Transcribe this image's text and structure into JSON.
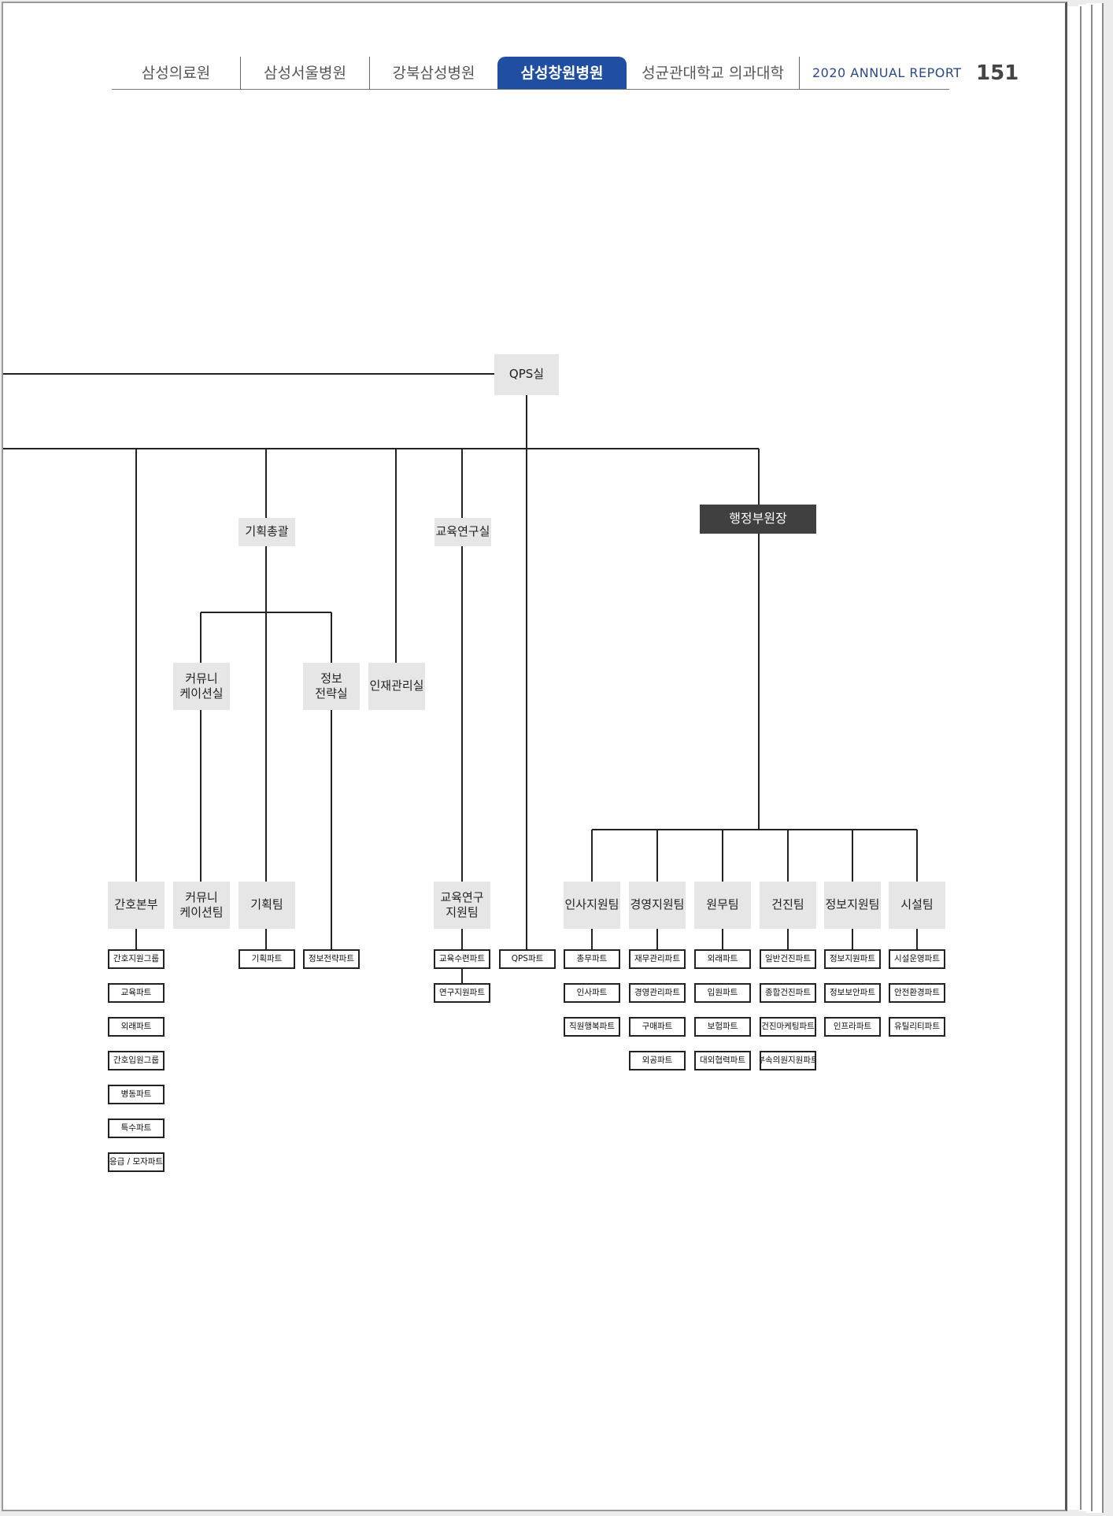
{
  "header": {
    "tabs": [
      {
        "label": "삼성의료원"
      },
      {
        "label": "삼성서울병원"
      },
      {
        "label": "강북삼성병원"
      },
      {
        "label": "삼성창원병원"
      },
      {
        "label": "성균관대학교 의과대학"
      }
    ],
    "active_tab": "삼성창원병원",
    "report_label": "2020 ANNUAL REPORT",
    "page_number": "151"
  },
  "colors": {
    "active_tab": "#1f4ea3",
    "gray_box": "#e6e6e6",
    "dark_box": "#404040",
    "line": "#222222"
  },
  "org": {
    "qps_room": "QPS실",
    "planning_director": "기획총괄",
    "education_research_room": "교육연구실",
    "admin_vp": "행정부원장",
    "communication_room": "커뮤니\n케이션실",
    "info_strategy_room": "정보\n전략실",
    "hr_management_room": "인재관리실",
    "teams": {
      "nursing": "간호본부",
      "communication": "커뮤니\n케이션팀",
      "planning": "기획팀",
      "edu_support": "교육연구\n지원팀",
      "hr_support": "인사지원팀",
      "mgmt_support": "경영지원팀",
      "admin_affairs": "원무팀",
      "checkup": "건진팀",
      "info_support": "정보지원팀",
      "facility": "시설팀"
    },
    "parts": {
      "nursing": [
        "간호지원그룹",
        "교육파트",
        "외래파트",
        "간호입원그룹",
        "병동파트",
        "특수파트",
        "응급 / 모자파트"
      ],
      "planning": [
        "기획파트"
      ],
      "info_strategy": [
        "정보전략파트"
      ],
      "edu_support": [
        "교육수련파트",
        "연구지원파트"
      ],
      "qps": [
        "QPS파트"
      ],
      "hr_support": [
        "총무파트",
        "인사파트",
        "직원행복파트"
      ],
      "mgmt_support": [
        "재무관리파트",
        "경영관리파트",
        "구매파트",
        "외공파트"
      ],
      "admin_affairs": [
        "외래파트",
        "입원파트",
        "보험파트",
        "대외협력파트"
      ],
      "checkup": [
        "일반건진파트",
        "종합건진파트",
        "건진마케팅파트",
        "부속의원지원파트"
      ],
      "info_support": [
        "정보지원파트",
        "정보보안파트",
        "인프라파트"
      ],
      "facility": [
        "시설운영파트",
        "안전환경파트",
        "유틸리티파트"
      ]
    }
  }
}
